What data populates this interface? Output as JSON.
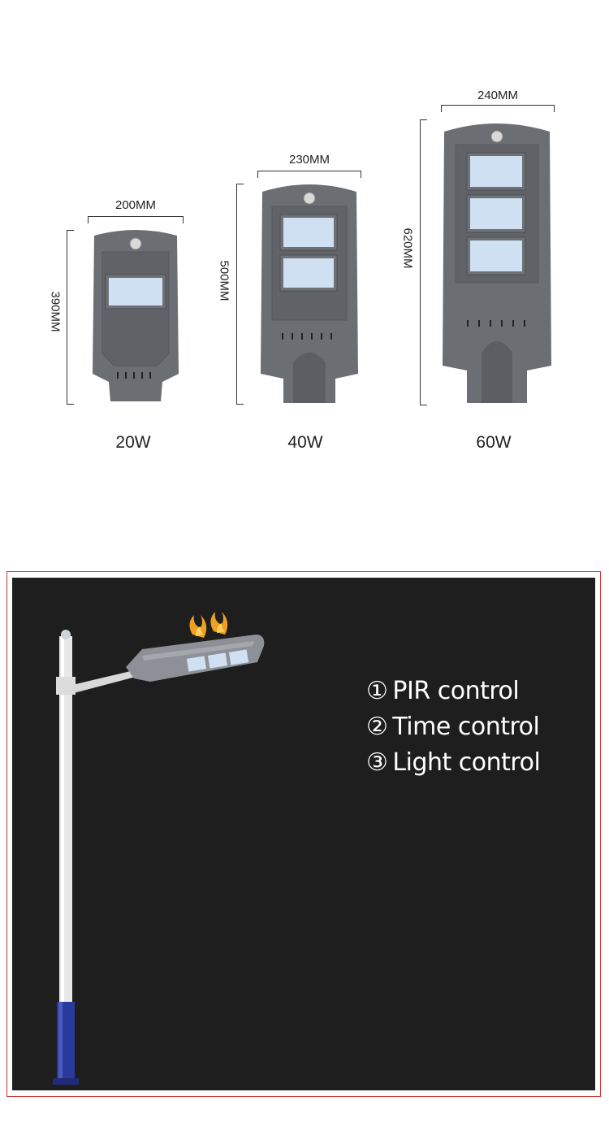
{
  "products": [
    {
      "width_label": "200MM",
      "height_label": "390MM",
      "watt_label": "20W"
    },
    {
      "width_label": "230MM",
      "height_label": "500MM",
      "watt_label": "40W"
    },
    {
      "width_label": "240MM",
      "height_label": "620MM",
      "watt_label": "60W"
    }
  ],
  "features": [
    {
      "num": "①",
      "label": "PIR control"
    },
    {
      "num": "②",
      "label": "Time control"
    },
    {
      "num": "③",
      "label": "Light control"
    }
  ],
  "colors": {
    "lamp_body": "#6b6e72",
    "led_panel": "#cfe0f2",
    "dark_bg": "#1e1e1e",
    "pole": "#e8e8e8",
    "pole_base": "#2a3a9c",
    "flame": "#f0a020",
    "border": "#cc3333"
  }
}
